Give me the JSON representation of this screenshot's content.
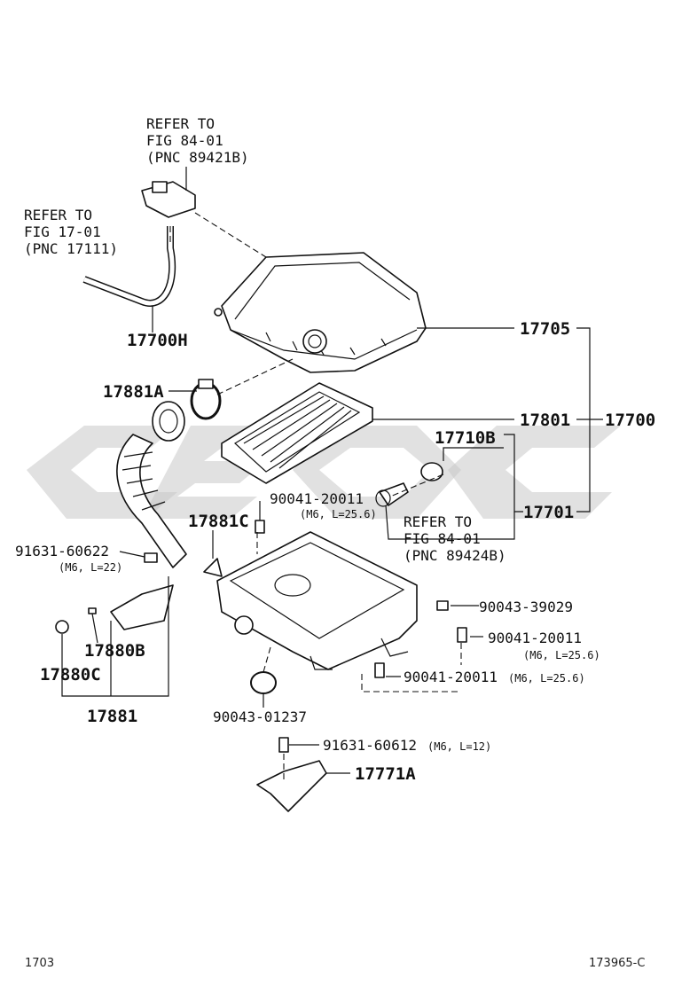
{
  "labels": {
    "ref_top": [
      "REFER TO",
      "FIG 84-01",
      "(PNC 89421B)"
    ],
    "ref_left": [
      "REFER TO",
      "FIG 17-01",
      "(PNC 17111)"
    ],
    "ref_mid": [
      "REFER TO",
      "FIG 84-01",
      "(PNC 89424B)"
    ],
    "p17700H": "17700H",
    "p17705": "17705",
    "p17881A": "17881A",
    "p17801": "17801",
    "p17700": "17700",
    "p17710B": "17710B",
    "p90041_20011_a": "90041-20011",
    "spec_a": "(M6, L=25.6)",
    "p17881C": "17881C",
    "p17701": "17701",
    "p91631_60622": "91631-60622",
    "spec_b": "(M6, L=22)",
    "p90043_39029": "90043-39029",
    "p90041_20011_b": "90041-20011",
    "spec_c": "(M6, L=25.6)",
    "p17880B": "17880B",
    "p17880C": "17880C",
    "p90041_20011_c": "90041-20011",
    "spec_d": "(M6, L=25.6)",
    "p17881": "17881",
    "p90043_01237": "90043-01237",
    "p91631_60612": "91631-60612",
    "spec_e": "(M6, L=12)",
    "p17771A": "17771A"
  },
  "footer": {
    "left": "1703",
    "right": "173965-C"
  },
  "colors": {
    "line": "#111111",
    "watermark": "#c9c9c9"
  }
}
